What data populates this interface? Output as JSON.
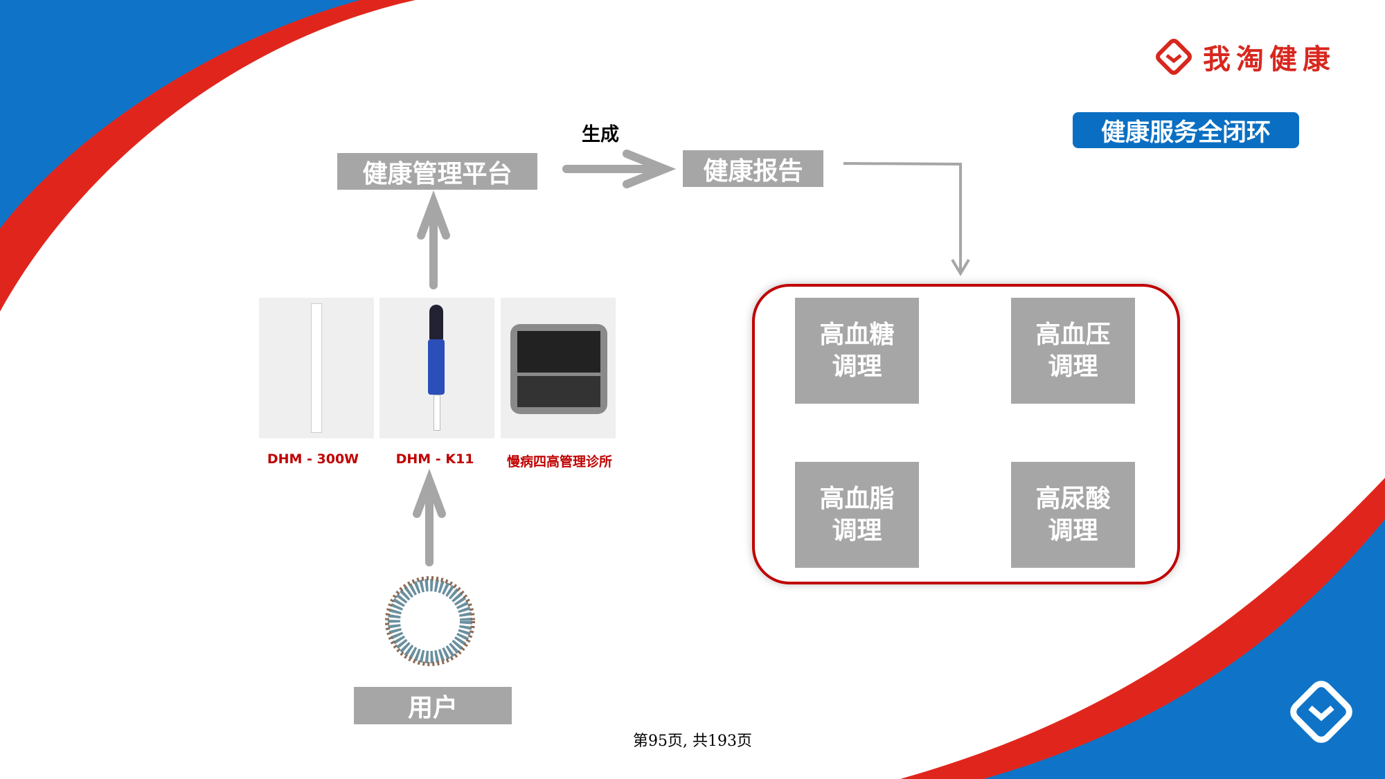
{
  "brand": {
    "name": "我淘健康",
    "color": "#d7281f"
  },
  "badge": {
    "label": "健康服务全闭环",
    "color": "#0a6fc2"
  },
  "flow": {
    "platform": "健康管理平台",
    "generate_label": "生成",
    "report": "健康报告",
    "user": "用户"
  },
  "products": [
    {
      "label": "DHM - 300W"
    },
    {
      "label": "DHM - K11"
    },
    {
      "label": "慢病四高管理诊所"
    }
  ],
  "services": [
    {
      "line1": "高血糖",
      "line2": "调理"
    },
    {
      "line1": "高血压",
      "line2": "调理"
    },
    {
      "line1": "高血脂",
      "line2": "调理"
    },
    {
      "line1": "高尿酸",
      "line2": "调理"
    }
  ],
  "footer": {
    "page_indicator": "第95页, 共193页"
  }
}
